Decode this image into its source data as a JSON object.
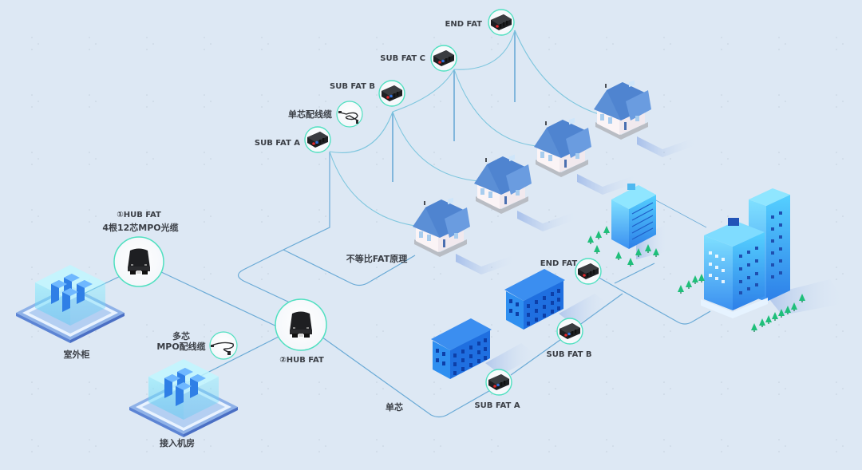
{
  "diagram": {
    "title": "不等比FAT原理",
    "colors": {
      "background": "#dde8f4",
      "cable_line": "#6aaad6",
      "drop_line": "#7ec6de",
      "node_ring": "#4fe0c0",
      "device_body": "#1e1f22",
      "port_red": "#e0262c",
      "port_blue": "#2f6fd8",
      "building_blue": "#2f8ff0",
      "roof_blue": "#5b8fd6",
      "tree_green": "#1fbf7a",
      "label_text": "#3b3f46"
    },
    "labels": {
      "outdoor_cabinet": "室外柜",
      "access_room": "接入机房",
      "hub_fat_1_line1": "①HUB FAT",
      "hub_fat_1_line2": "4根12芯MPO光缆",
      "multi_core_line1": "多芯",
      "multi_core_line2": "MPO配线缆",
      "hub_fat_2": "②HUB FAT",
      "single_core_cable": "单芯配线缆",
      "principle": "不等比FAT原理",
      "single_core": "单芯",
      "tree_sub_fat_a": "SUB FAT A",
      "tree_sub_fat_b": "SUB FAT B",
      "tree_sub_fat_c": "SUB FAT C",
      "tree_end_fat": "END FAT",
      "mdu_sub_fat_a": "SUB FAT A",
      "mdu_sub_fat_b": "SUB FAT B",
      "mdu_end_fat": "END FAT"
    },
    "icons": {
      "hub_fat": "hub-fat-closure-icon",
      "fat": "fat-terminal-box-icon",
      "cable": "patch-cable-icon",
      "cabinet": "server-cabinet-icon",
      "house": "house-icon",
      "apartment": "apartment-building-icon",
      "tower": "office-tower-icon",
      "tree": "tree-icon"
    }
  }
}
